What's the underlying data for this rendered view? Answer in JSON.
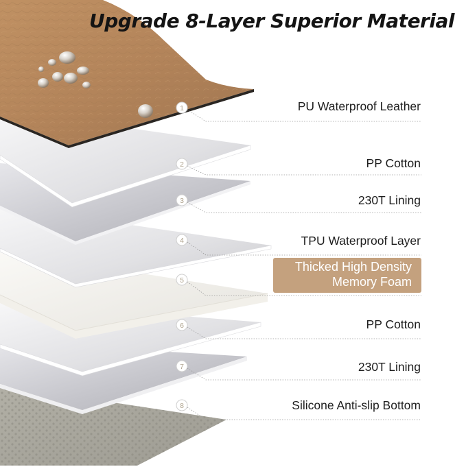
{
  "title": {
    "pre": "Upgrade ",
    "num": "8",
    "post": "-Layer Superior Material"
  },
  "layers": [
    {
      "num": "1",
      "label": "PU Waterproof Leather"
    },
    {
      "num": "2",
      "label": "PP Cotton"
    },
    {
      "num": "3",
      "label": "230T Lining"
    },
    {
      "num": "4",
      "label": "TPU Waterproof Layer"
    },
    {
      "num": "5",
      "label_line1": "Thicked High Density",
      "label_line2": "Memory Foam"
    },
    {
      "num": "6",
      "label": "PP Cotton"
    },
    {
      "num": "7",
      "label": "230T Lining"
    },
    {
      "num": "8",
      "label": "Silicone Anti-slip Bottom"
    }
  ],
  "colors": {
    "leather": "#b88a5c",
    "highlight": "#c4a17e",
    "silicone": "#a8a69c"
  }
}
